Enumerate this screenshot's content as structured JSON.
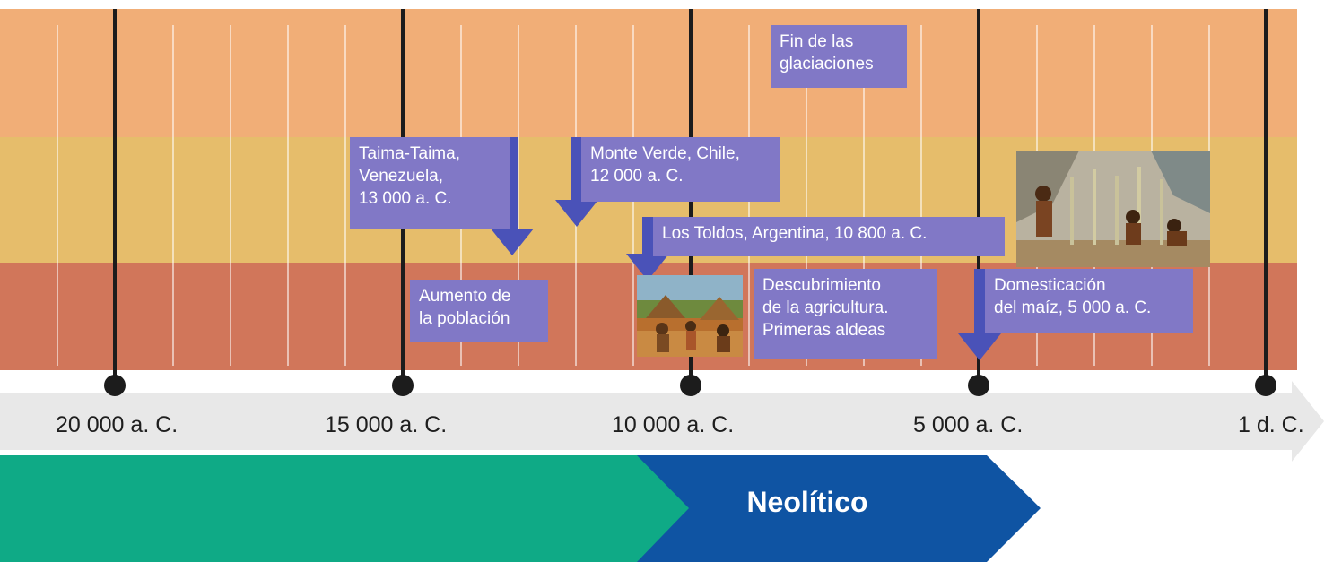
{
  "timeline": {
    "ticks": [
      {
        "label": "20 000 a. C."
      },
      {
        "label": "15 000 a. C."
      },
      {
        "label": "10 000 a. C."
      },
      {
        "label": "5 000 a. C."
      },
      {
        "label": "1 d. C."
      }
    ]
  },
  "events": {
    "ice_age_end": "Fin de las\nglaciaciones",
    "taima": "Taima-Taima,\nVenezuela,\n13 000 a. C.",
    "monte_verde": "Monte Verde, Chile,\n12 000 a. C.",
    "los_toldos": "Los Toldos, Argentina, 10 800 a. C.",
    "population": "Aumento de\nla población",
    "agriculture": "Descubrimiento\nde la agricultura.\nPrimeras aldeas",
    "maize": "Domesticación\ndel maíz, 5 000 a. C."
  },
  "periods": {
    "neolithic": "Neolítico"
  },
  "colors": {
    "band_top": "#f1ae77",
    "band_mid": "#e6bd6b",
    "band_bottom": "#d1765a",
    "event_box": "#8178c6",
    "arrow": "#4a52b8",
    "period_previous": "#0faa86",
    "period_neolithic": "#0f54a3"
  }
}
